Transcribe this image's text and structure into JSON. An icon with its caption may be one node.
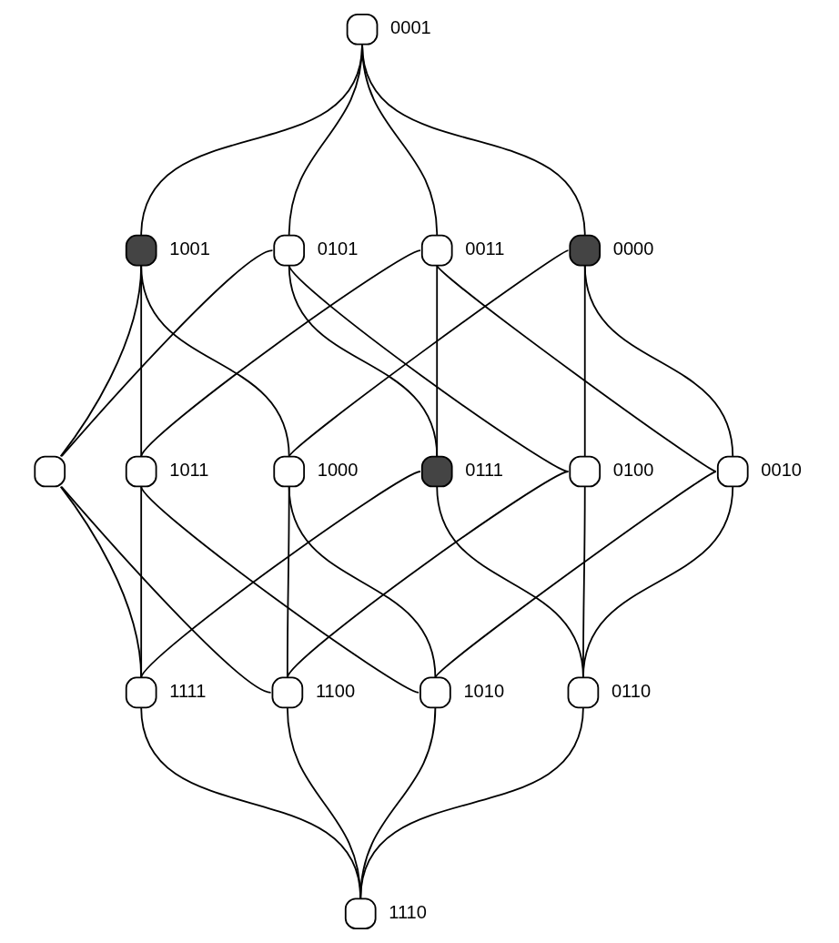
{
  "diagram": {
    "nodes": [
      {
        "text": [],
        "shape": "circle",
        "beside": [
          "1110"
        ]
      },
      {
        "text": [],
        "shape": "circle",
        "beside": [
          "1111"
        ]
      },
      {
        "text": [],
        "shape": "circle",
        "beside": [
          "1100"
        ]
      },
      {
        "text": [],
        "shape": "circle"
      },
      {
        "text": [],
        "shape": "circle",
        "beside": [
          "1010"
        ]
      },
      {
        "text": [],
        "shape": "circle",
        "beside": [
          "1011"
        ]
      },
      {
        "text": [],
        "shape": "circle",
        "beside": [
          "1000"
        ]
      },
      {
        "text": [],
        "shape": "circle",
        "beside": [
          "1001"
        ]
      },
      {
        "text": [],
        "shape": "circle",
        "beside": [
          "0110"
        ]
      },
      {
        "text": [],
        "shape": "circle",
        "beside": [
          "0111"
        ]
      },
      {
        "text": [],
        "shape": "circle",
        "beside": [
          "0100"
        ]
      },
      {
        "text": [],
        "shape": "circle",
        "beside": [
          "0101"
        ]
      },
      {
        "text": [],
        "shape": "circle",
        "beside": [
          "0010"
        ]
      },
      {
        "text": [],
        "shape": "circle",
        "beside": [
          "0011"
        ]
      },
      {
        "text": [],
        "shape": "circle",
        "beside": [
          "0000"
        ]
      },
      {
        "text": [],
        "shape": "circle",
        "beside": [
          "0001"
        ]
      }
    ],
    "edges": [
      {
        "from": 0,
        "to": 1,
        "arrow": "none"
      },
      {
        "from": 2,
        "to": 3,
        "arrow": "none"
      },
      {
        "from": 0,
        "to": 2,
        "arrow": "none"
      },
      {
        "from": 1,
        "to": 3,
        "arrow": "none"
      },
      {
        "from": 4,
        "to": 5,
        "arrow": "none"
      },
      {
        "from": 6,
        "to": 7,
        "arrow": "none"
      },
      {
        "from": 4,
        "to": 6,
        "arrow": "none"
      },
      {
        "from": 5,
        "to": 7,
        "arrow": "none"
      },
      {
        "from": 0,
        "to": 4,
        "arrow": "none"
      },
      {
        "from": 1,
        "to": 5,
        "arrow": "none"
      },
      {
        "from": 2,
        "to": 6,
        "arrow": "none"
      },
      {
        "from": 3,
        "to": 7,
        "arrow": "none"
      },
      {
        "from": 8,
        "to": 9,
        "arrow": "none"
      },
      {
        "from": 10,
        "to": 11,
        "arrow": "none"
      },
      {
        "from": 8,
        "to": 10,
        "arrow": "none"
      },
      {
        "from": 9,
        "to": 11,
        "arrow": "none"
      },
      {
        "from": 12,
        "to": 13,
        "arrow": "none"
      },
      {
        "from": 14,
        "to": 15,
        "arrow": "none"
      },
      {
        "from": 12,
        "to": 14,
        "arrow": "none"
      },
      {
        "from": 13,
        "to": 15,
        "arrow": "none"
      },
      {
        "from": 8,
        "to": 12,
        "arrow": "none"
      },
      {
        "from": 9,
        "to": 13,
        "arrow": "none"
      },
      {
        "from": 10,
        "to": 14,
        "arrow": "none"
      },
      {
        "from": 11,
        "to": 15,
        "arrow": "none"
      },
      {
        "from": 0,
        "to": 8,
        "arrow": "none"
      },
      {
        "from": 1,
        "to": 9,
        "arrow": "none"
      },
      {
        "from": 2,
        "to": 10,
        "arrow": "none"
      },
      {
        "from": 3,
        "to": 11,
        "arrow": "none"
      },
      {
        "from": 4,
        "to": 12,
        "arrow": "none"
      },
      {
        "from": 5,
        "to": 13,
        "arrow": "none"
      },
      {
        "from": 6,
        "to": 14,
        "arrow": "none"
      },
      {
        "from": 7,
        "to": 15,
        "arrow": "none"
      }
    ]
  }
}
